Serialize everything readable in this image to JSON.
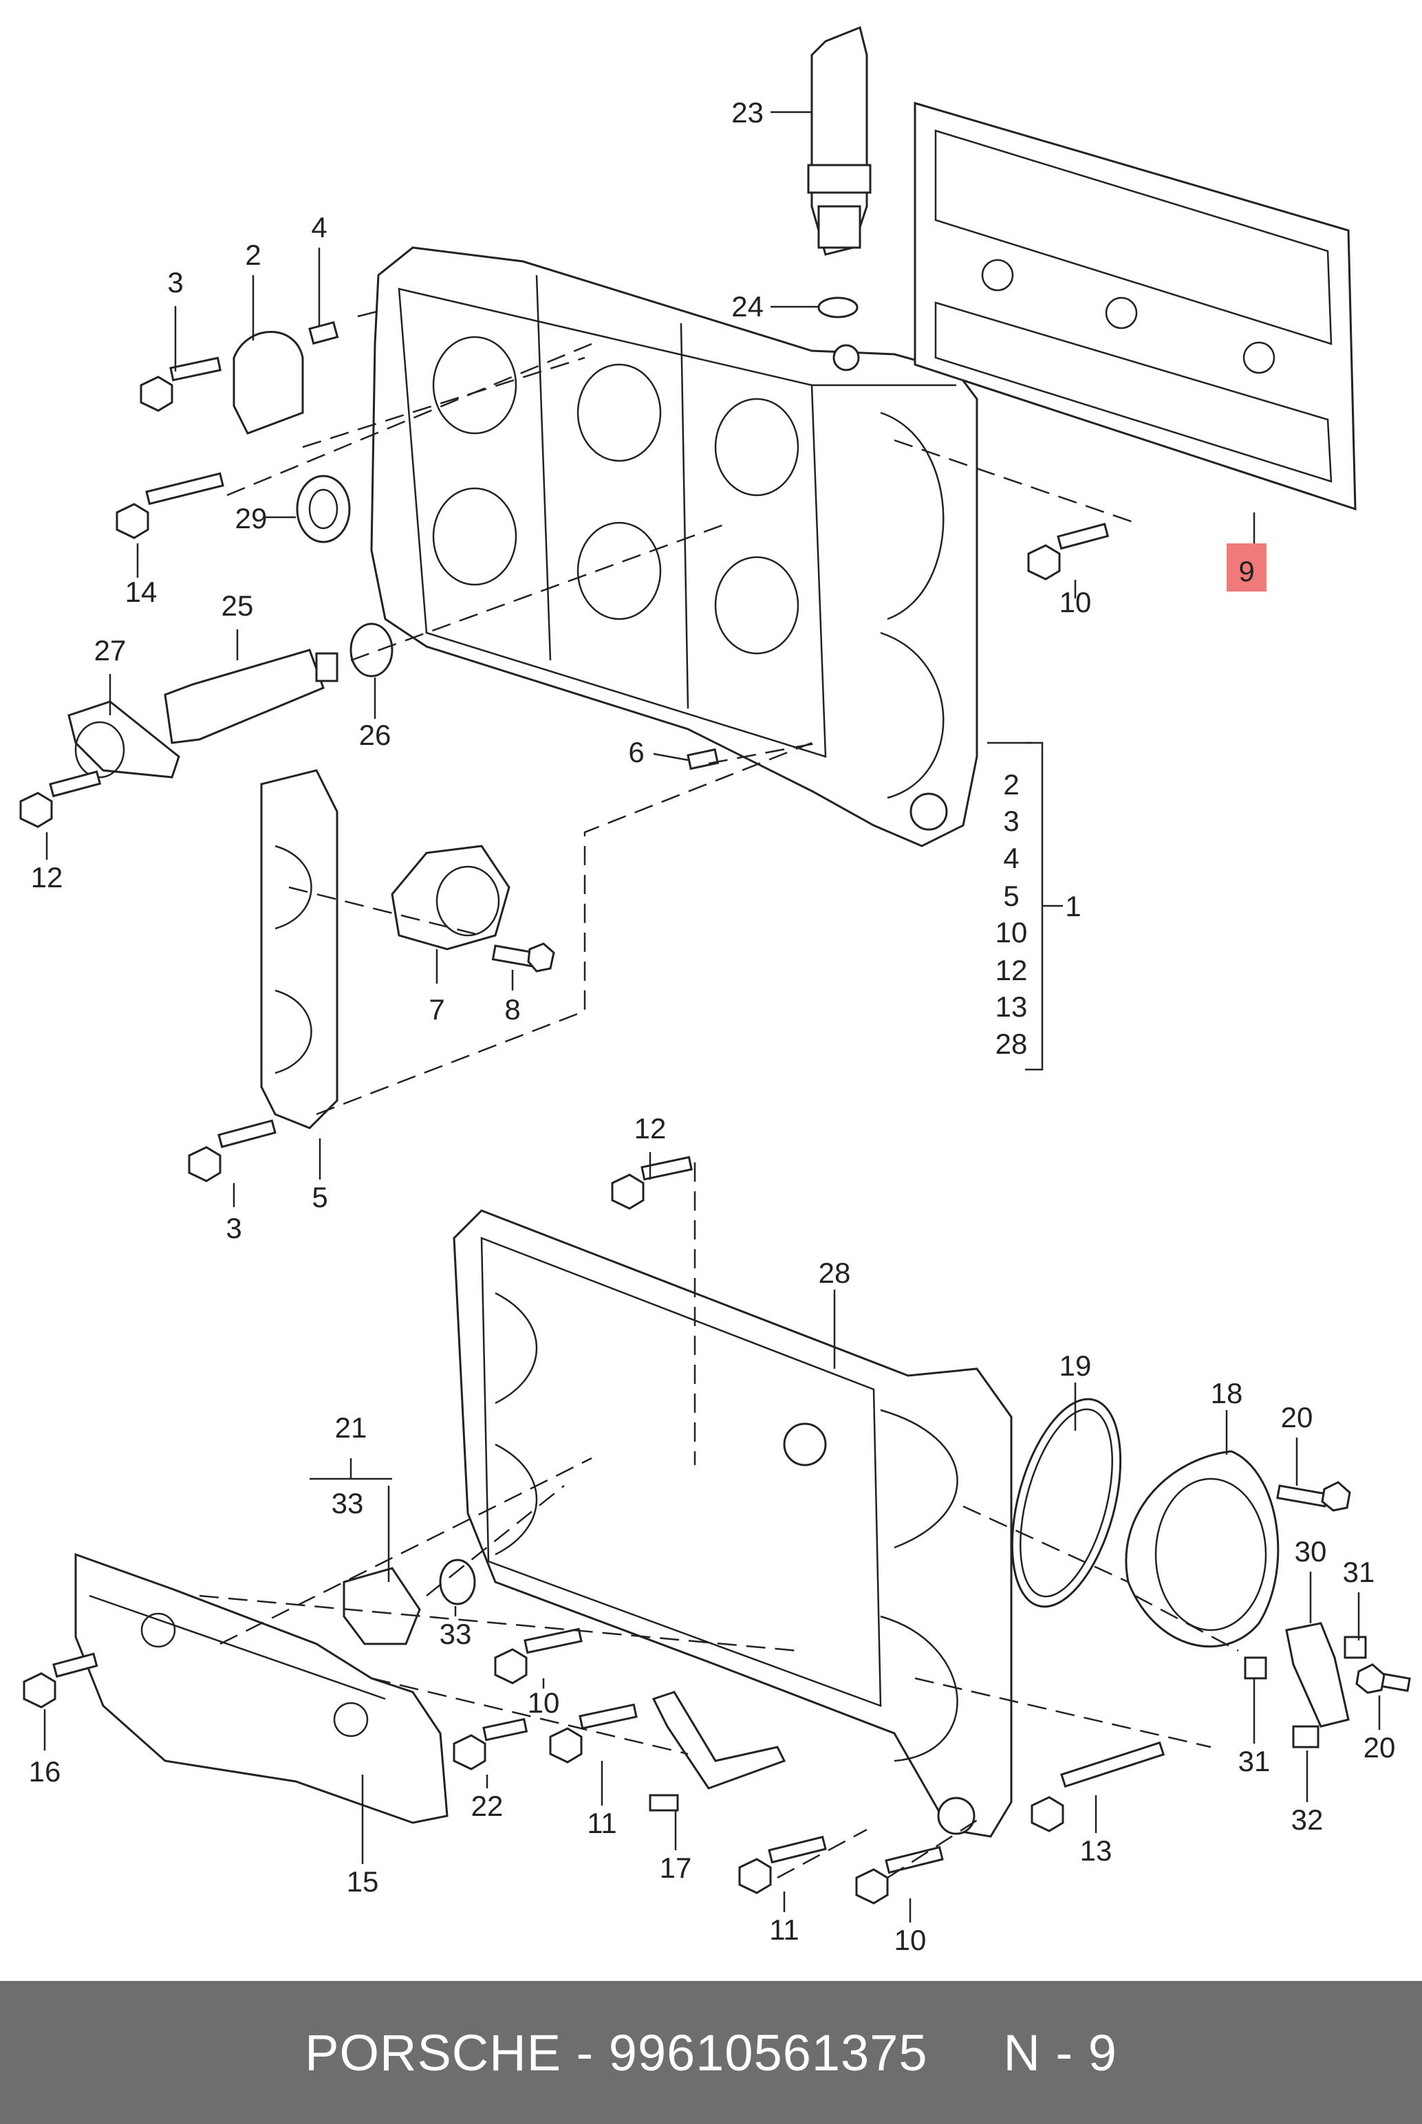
{
  "footer": {
    "part_info": "PORSCHE - 99610561375",
    "sheet": "N - 9"
  },
  "callouts": {
    "c23": "23",
    "c24": "24",
    "c9": "9",
    "c2": "2",
    "c3": "3",
    "c4": "4",
    "c14": "14",
    "c29": "29",
    "c27": "27",
    "c25": "25",
    "c26": "26",
    "c12": "12",
    "c10": "10",
    "c6": "6",
    "c7": "7",
    "c8": "8",
    "c3b": "3",
    "c5": "5",
    "c1": "1",
    "c12b": "12",
    "c28": "28",
    "c19": "19",
    "c18": "18",
    "c20": "20",
    "c21": "21",
    "c33a": "33",
    "c33b": "33",
    "c30": "30",
    "c31a": "31",
    "c31b": "31",
    "c20b": "20",
    "c32": "32",
    "c16": "16",
    "c10b": "10",
    "c22": "22",
    "c11": "11",
    "c17": "17",
    "c15": "15",
    "c13": "13",
    "c11b": "11",
    "c10c": "10"
  },
  "bracket_1": [
    "2",
    "3",
    "4",
    "5",
    "10",
    "12",
    "13",
    "28"
  ],
  "highlight_color": "#f07a7a"
}
